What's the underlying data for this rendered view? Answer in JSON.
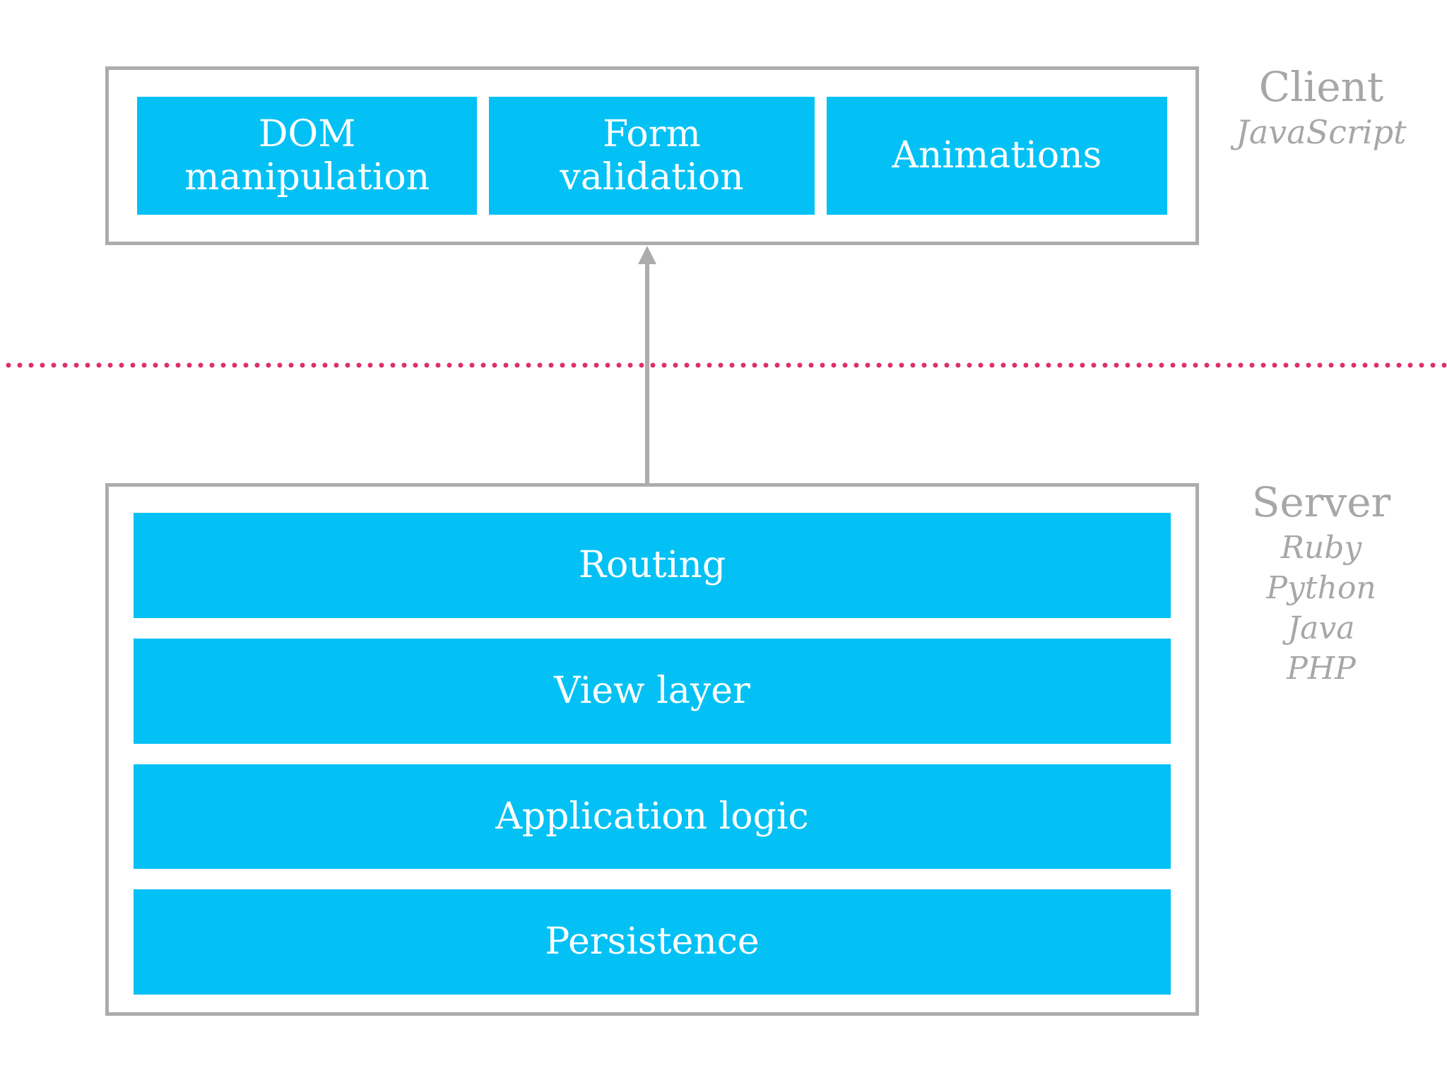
{
  "client": {
    "label": "Client",
    "technologies": [
      "JavaScript"
    ],
    "boxes": [
      "DOM manipulation",
      "Form validation",
      "Animations"
    ]
  },
  "server": {
    "label": "Server",
    "technologies": [
      "Ruby",
      "Python",
      "Java",
      "PHP"
    ],
    "boxes": [
      "Routing",
      "View layer",
      "Application logic",
      "Persistence"
    ]
  },
  "colors": {
    "block_fill": "#03c1f4",
    "block_text": "#ffffff",
    "outline_gray": "#acacac",
    "label_gray": "#a7a7a7",
    "divider_pink": "#dc3166"
  }
}
